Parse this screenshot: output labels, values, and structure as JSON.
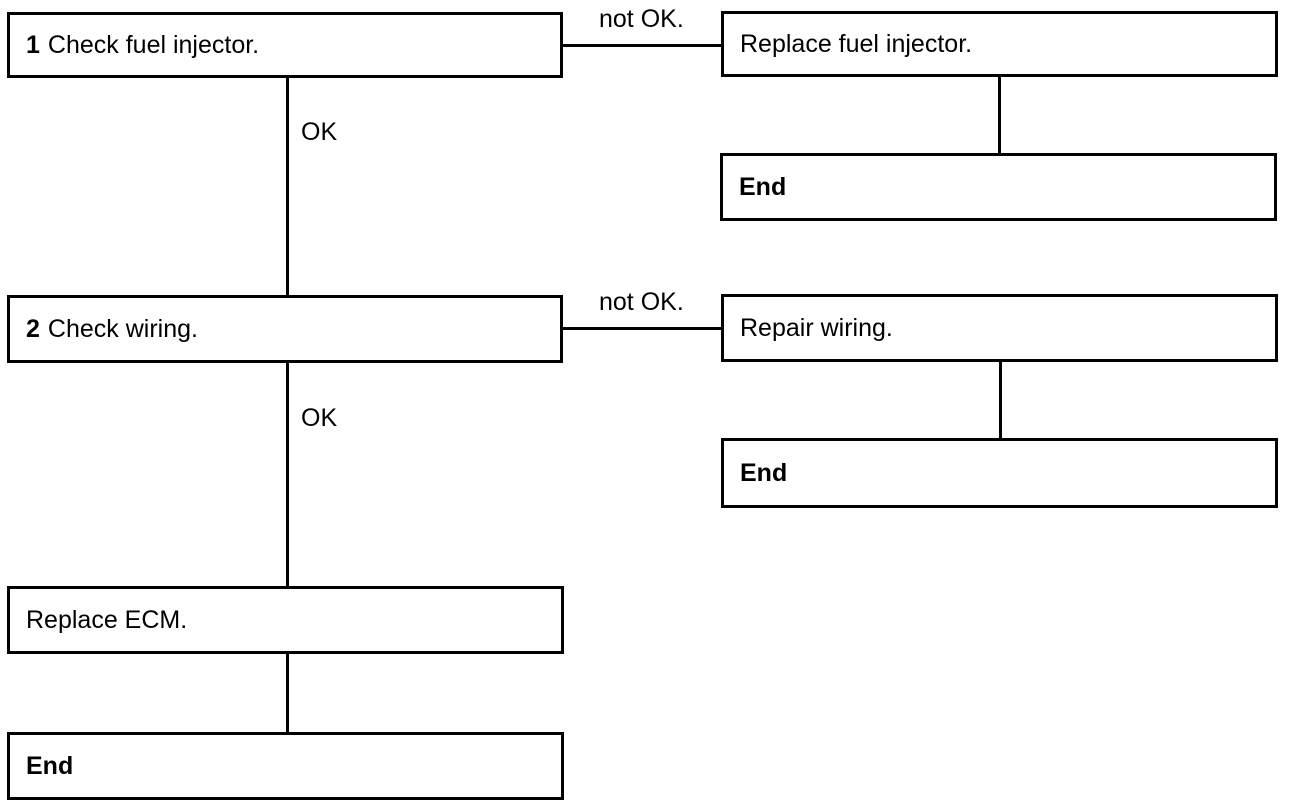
{
  "steps": [
    {
      "number": "1",
      "text": "Check fuel injector."
    },
    {
      "number": "2",
      "text": "Check wiring."
    }
  ],
  "actions": {
    "replace_injector": "Replace fuel injector.",
    "repair_wiring": "Repair wiring.",
    "replace_ecm": "Replace ECM."
  },
  "end_label": "End",
  "labels": {
    "ok": "OK",
    "not_ok": "not OK."
  }
}
